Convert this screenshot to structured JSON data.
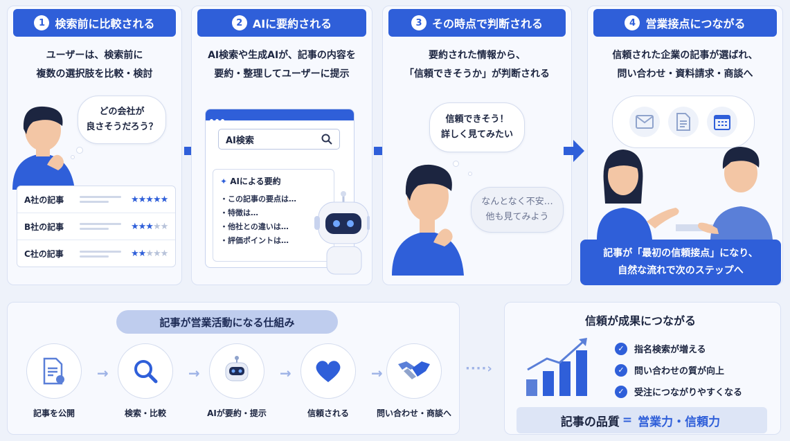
{
  "colors": {
    "primary": "#2f5fd9",
    "bg": "#eef2fa",
    "panel": "#f7f9fe"
  },
  "steps": [
    {
      "num": "1",
      "title": "検索前に比較される",
      "desc": [
        "ユーザーは、検索前に",
        "複数の選択肢を比較・検討"
      ],
      "bubble": [
        "どの会社が",
        "良さそうだろう？"
      ]
    },
    {
      "num": "2",
      "title": "AIに要約される",
      "desc": [
        "AI検索や生成AIが、記事の内容を",
        "要約・整理してユーザーに提示"
      ]
    },
    {
      "num": "3",
      "title": "その時点で判断される",
      "desc": [
        "要約された情報から、",
        "「信頼できそうか」が判断される"
      ],
      "bubble_positive": [
        "信頼できそう！",
        "詳しく見てみたい"
      ],
      "bubble_negative": [
        "なんとなく不安…",
        "他も見てみよう"
      ]
    },
    {
      "num": "4",
      "title": "営業接点につながる",
      "desc": [
        "信頼された企業の記事が選ばれ、",
        "問い合わせ・資料請求・商談へ"
      ],
      "banner": [
        "記事が「最初の信頼接点」になり、",
        "自然な流れで次のステップへ"
      ]
    }
  ],
  "companies": [
    {
      "name": "A社の記事",
      "rating": 5
    },
    {
      "name": "B社の記事",
      "rating": 3
    },
    {
      "name": "C社の記事",
      "rating": 2
    }
  ],
  "ai_window": {
    "search_text": "AI検索",
    "summary_header": "AIによる要約",
    "summary_items": [
      "・この記事の要点は…",
      "・特徴は…",
      "・他社との違いは…",
      "・評価ポイントは…"
    ]
  },
  "mechanism": {
    "title": "記事が営業活動になる仕組み",
    "steps": [
      "記事を公開",
      "検索・比較",
      "AIが要約・提示",
      "信頼される",
      "問い合わせ・商談へ"
    ]
  },
  "results": {
    "title": "信頼が成果につながる",
    "items": [
      "指名検索が増える",
      "問い合わせの質が向上",
      "受注につながりやすくなる"
    ],
    "quality_left": "記事の品質",
    "quality_eq": "=",
    "quality_right": "営業力・信頼力"
  }
}
